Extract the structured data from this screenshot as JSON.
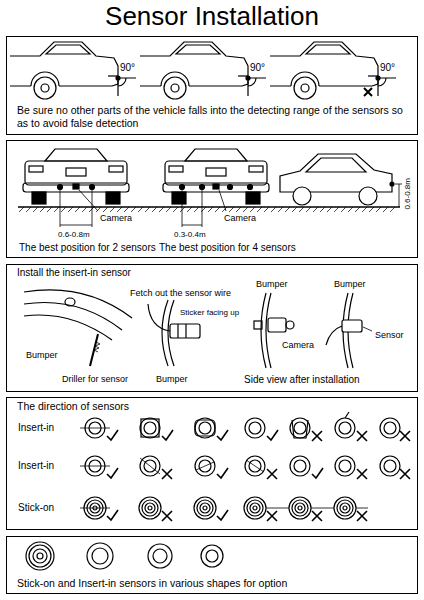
{
  "diagram": {
    "title": "Sensor Installation",
    "nodes": [
      {
        "text": [
          "Be sure no other parts of the vehicle falls into the detecting range of the sensors so as to avoid false detection"
        ]
      },
      {
        "text": [
          "The best position for 2 sensors",
          "The best position for 4 sensors"
        ]
      },
      {
        "text": [
          "Install the insert-in sensor"
        ]
      },
      {
        "text": [
          "The direction of sensors"
        ]
      },
      {
        "text": [
          "Stick-on and Insert-in sensors in various shapes for option"
        ]
      }
    ],
    "labels": [
      "90°",
      "90°",
      "90°",
      "Camera",
      "Camera",
      "0.6-0.8m",
      "0.3-0.4m",
      "0.6-0.8m",
      "Fetch out the sensor wire",
      "Sticker facing up",
      "Bumper",
      "Bumper",
      "Bumper",
      "Driller for sensor",
      "Bumper",
      "Camera",
      "Sensor",
      "Side view after installation",
      "Insert-in",
      "Insert-in",
      "Stick-on"
    ]
  }
}
